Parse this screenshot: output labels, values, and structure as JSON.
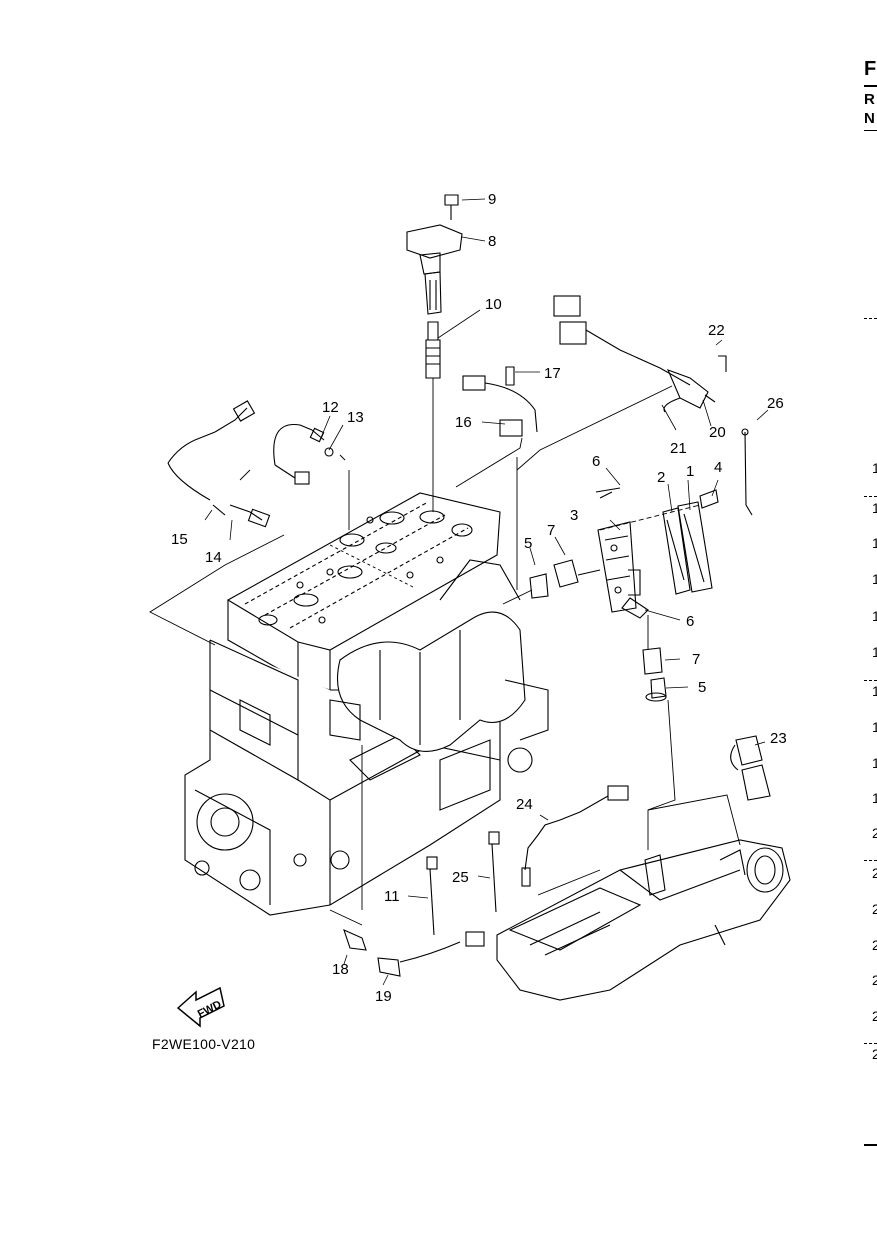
{
  "diagram": {
    "drawing_code": "F2WE100-V210",
    "fwd_label": "FWD",
    "callouts": [
      "1",
      "2",
      "3",
      "4",
      "5",
      "6",
      "7",
      "8",
      "9",
      "10",
      "11",
      "12",
      "13",
      "14",
      "15",
      "16",
      "17",
      "18",
      "19",
      "20",
      "21",
      "22",
      "23",
      "24",
      "25",
      "26"
    ],
    "callout_7b": "7",
    "callout_5b": "5",
    "callout_6b": "6"
  },
  "right_edge": {
    "letters": [
      "F",
      "R",
      "N"
    ],
    "row_digits": [
      "1",
      "1",
      "1",
      "1",
      "1",
      "1",
      "1",
      "1",
      "1",
      "1",
      "2",
      "2",
      "2",
      "2",
      "2",
      "2",
      "2"
    ]
  }
}
